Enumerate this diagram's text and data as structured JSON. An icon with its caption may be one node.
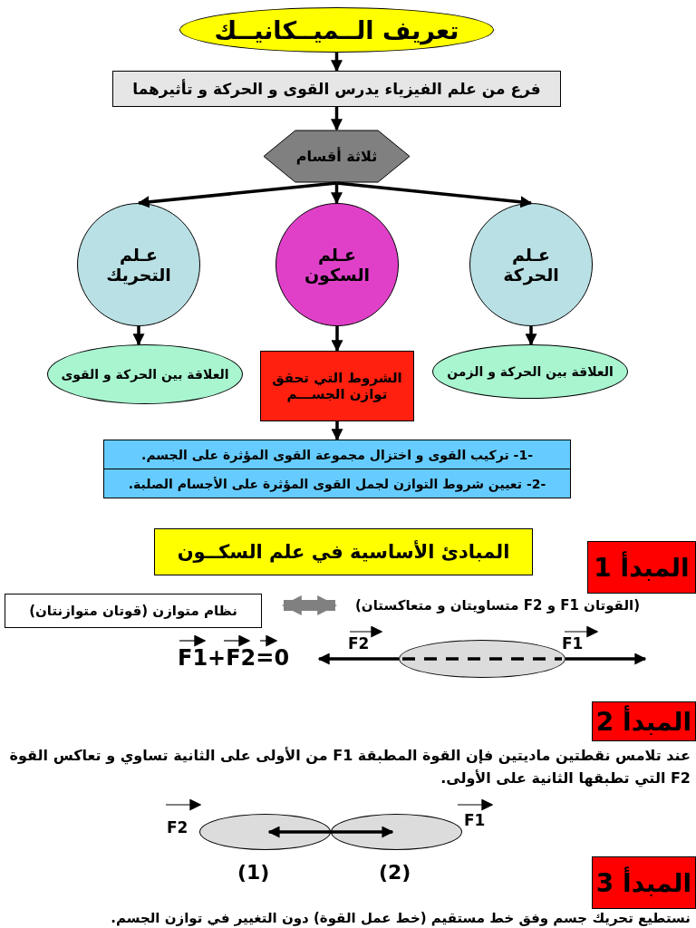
{
  "diagram": {
    "nodes": [
      {
        "text": [
          "تعريف الــميــكانيــك"
        ]
      },
      {
        "text": [
          "فرع من علم الفيزياء يدرس القوى و الحركة و تأثيرهما"
        ]
      },
      {
        "text": [
          "ثلاثة أقسام"
        ]
      },
      {
        "text": [
          "عـلم التحريك"
        ]
      },
      {
        "text": [
          "عـلم السكون"
        ]
      },
      {
        "text": [
          "عـلم الحركة"
        ]
      },
      {
        "text": [
          "العلاقة بين الحركة و القوى"
        ]
      },
      {
        "text": [
          "الشروط التي تحقق توازن الجســـم"
        ]
      },
      {
        "text": [
          "العلاقة بين الحركة و الزمن"
        ]
      },
      {
        "text": [
          "-1- تركيب القوى و اختزال مجموعة القوى المؤثرة على الجسم."
        ]
      },
      {
        "text": [
          "-2- تعيين شروط التوازن لجمل القوى المؤثرة على الأجسام الصلبة."
        ]
      },
      {
        "text": [
          "المبادئ الأساسية في علم السكــون"
        ]
      },
      {
        "text": [
          "المبدأ 1"
        ]
      },
      {
        "text": [
          "نظام متوازن (قوتان متوازنتان)"
        ]
      },
      {
        "text": [
          "(القوتان F1 و F2 متساويتان و متعاكستان)"
        ]
      },
      {
        "text": [],
        "shape": "ellipse"
      },
      {
        "text": [
          "المبدأ 2"
        ]
      },
      {
        "text": [],
        "shape": "ellipse",
        "beside": [
          "F2",
          "(1)"
        ]
      },
      {
        "text": [],
        "shape": "ellipse",
        "beside": [
          "F1",
          "(2)"
        ]
      },
      {
        "text": [
          "المبدأ 3"
        ]
      }
    ],
    "edges": [
      {
        "from": 0,
        "to": 1,
        "arrow": "to"
      },
      {
        "from": 1,
        "to": 2,
        "arrow": "to"
      },
      {
        "from": 2,
        "to": 3,
        "arrow": "to"
      },
      {
        "from": 2,
        "to": 4,
        "arrow": "to"
      },
      {
        "from": 2,
        "to": 5,
        "arrow": "to"
      },
      {
        "from": 3,
        "to": 6,
        "arrow": "to"
      },
      {
        "from": 4,
        "to": 7,
        "arrow": "to"
      },
      {
        "from": 5,
        "to": 8,
        "arrow": "to"
      },
      {
        "from": 7,
        "to": 9,
        "arrow": "to"
      },
      {
        "from": 14,
        "to": 13,
        "arrow": "both",
        "style": "thick",
        "color": "#808080"
      },
      {
        "from": 15,
        "to": null,
        "arrow": "to"
      },
      {
        "from": 15,
        "to": null,
        "arrow": "to"
      },
      {
        "from": 17,
        "to": 18,
        "arrow": "both"
      }
    ],
    "labels": [
      "F1+F2=0",
      "F2",
      "F1",
      "عند تلامس نقطتين ماديتين فإن القوة المطبقة F1 من الأولى على الثانية تساوي و تعاكس القوة F2 التي تطبقها الثانية على الأولى.",
      "نستطيع تحريك جسم وفق خط مستقيم (خط عمل القوة) دون التغيير في توازن الجسم."
    ]
  }
}
